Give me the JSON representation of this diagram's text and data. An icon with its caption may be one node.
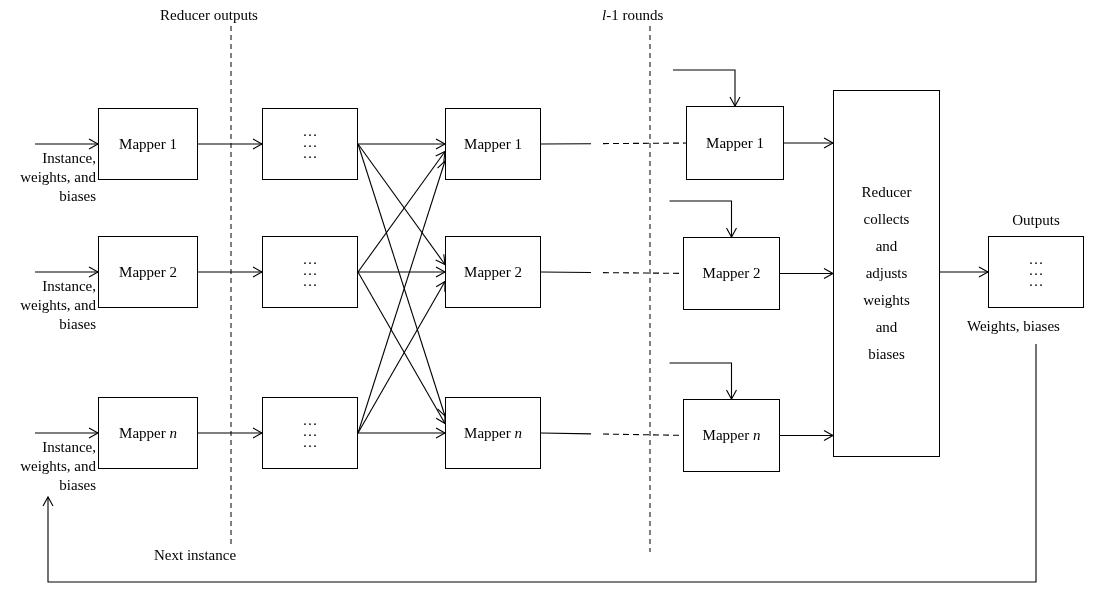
{
  "diagram": {
    "nodes": [
      {
        "text": [
          "Mapper 1"
        ]
      },
      {
        "text": [
          "Mapper 2"
        ]
      },
      {
        "text": [
          "Mapper *n*"
        ]
      },
      {
        "text": [
          "…",
          "…",
          "…"
        ]
      },
      {
        "text": [
          "…",
          "…",
          "…"
        ]
      },
      {
        "text": [
          "…",
          "…",
          "…"
        ]
      },
      {
        "text": [
          "Mapper 1"
        ]
      },
      {
        "text": [
          "Mapper 2"
        ]
      },
      {
        "text": [
          "Mapper *n*"
        ]
      },
      {
        "text": [
          "Mapper 1"
        ]
      },
      {
        "text": [
          "Mapper 2"
        ]
      },
      {
        "text": [
          "Mapper *n*"
        ]
      },
      {
        "text": [
          "Reducer collects and adjusts weights and biases"
        ]
      },
      {
        "text": [
          "Outputs",
          "…",
          "…",
          "…"
        ],
        "beside": [
          "Weights, biases"
        ]
      },
      {
        "text": [
          "Instance, weights, and biases"
        ]
      },
      {
        "text": [
          "Instance, weights, and biases"
        ]
      },
      {
        "text": [
          "Instance, weights, and biases"
        ]
      }
    ],
    "edges": [
      {
        "from": 14,
        "to": 0,
        "arrow": "to"
      },
      {
        "from": 15,
        "to": 1,
        "arrow": "to"
      },
      {
        "from": 16,
        "to": 2,
        "arrow": "to"
      },
      {
        "from": 0,
        "to": 3,
        "arrow": "to"
      },
      {
        "from": 1,
        "to": 4,
        "arrow": "to"
      },
      {
        "from": 2,
        "to": 5,
        "arrow": "to"
      },
      {
        "from": 3,
        "to": 6,
        "arrow": "to"
      },
      {
        "from": 3,
        "to": 7,
        "arrow": "to"
      },
      {
        "from": 3,
        "to": 8,
        "arrow": "to"
      },
      {
        "from": 4,
        "to": 6,
        "arrow": "to"
      },
      {
        "from": 4,
        "to": 7,
        "arrow": "to"
      },
      {
        "from": 4,
        "to": 8,
        "arrow": "to"
      },
      {
        "from": 5,
        "to": 6,
        "arrow": "to"
      },
      {
        "from": 5,
        "to": 7,
        "arrow": "to"
      },
      {
        "from": 5,
        "to": 8,
        "arrow": "to"
      },
      {
        "from": 6,
        "to": 9,
        "arrow": "none",
        "style": "dashed"
      },
      {
        "from": 7,
        "to": 10,
        "arrow": "none",
        "style": "dashed"
      },
      {
        "from": 8,
        "to": 11,
        "arrow": "none",
        "style": "dashed"
      },
      {
        "from": null,
        "to": 9,
        "arrow": "to"
      },
      {
        "from": null,
        "to": 10,
        "arrow": "to"
      },
      {
        "from": null,
        "to": 11,
        "arrow": "to"
      },
      {
        "from": 9,
        "to": 12,
        "arrow": "to"
      },
      {
        "from": 10,
        "to": 12,
        "arrow": "to"
      },
      {
        "from": 11,
        "to": 12,
        "arrow": "to"
      },
      {
        "from": 12,
        "to": 13,
        "arrow": "to"
      },
      {
        "from": 13,
        "to": 16,
        "arrow": "to",
        "label": "Next instance"
      }
    ],
    "labels": [
      "Reducer outputs",
      "*l*-1 rounds"
    ]
  }
}
